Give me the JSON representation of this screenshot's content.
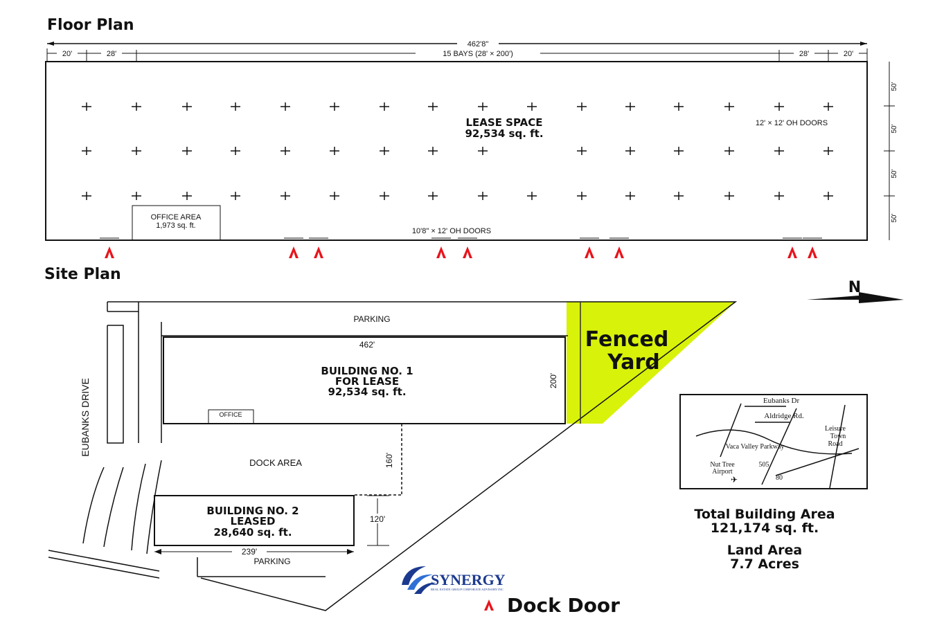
{
  "floor_plan": {
    "title": "Floor Plan",
    "overall_dim": "462'8\"",
    "bay_dims": [
      "20'",
      "28'",
      "28'",
      "20'"
    ],
    "bays_label": "15 BAYS (28' × 200')",
    "lease_space_label": "LEASE SPACE",
    "lease_space_area": "92,534 sq. ft.",
    "north_doors": "12' × 12' OH DOORS",
    "office_label": "OFFICE AREA",
    "office_area": "1,973 sq. ft.",
    "south_doors": "10'8\" × 12' OH DOORS",
    "side_dims": [
      "50'",
      "50'",
      "50'",
      "50'"
    ]
  },
  "site_plan": {
    "title": "Site Plan",
    "north_label": "N",
    "parking_top": "PARKING",
    "building1_width": "462'",
    "building1_depth": "200'",
    "building1_title": "BUILDING NO. 1",
    "building1_status": "FOR LEASE",
    "building1_area": "92,534 sq. ft.",
    "office_label": "OFFICE",
    "fenced_yard_line1": "Fenced",
    "fenced_yard_line2": "Yard",
    "street": "EUBANKS DRIVE",
    "dock_area": "DOCK AREA",
    "dock_depth": "160'",
    "building2_title": "BUILDING NO. 2",
    "building2_status": "LEASED",
    "building2_area": "28,640 sq. ft.",
    "building2_depth": "120'",
    "building2_width": "239'",
    "parking_bottom": "PARKING",
    "yard_color": "#d8f20a",
    "dock_door_color": "#e8141c"
  },
  "vicinity_map": {
    "labels": [
      "Eubanks Dr",
      "Aldridge Rd.",
      "Leisure",
      "Town",
      "Road",
      "Vaca Valley Parkway",
      "Nut Tree",
      "Airport",
      "505",
      "80"
    ]
  },
  "summary": {
    "total_label": "Total Building Area",
    "total_value": "121,174 sq. ft.",
    "land_label": "Land Area",
    "land_value": "7.7 Acres"
  },
  "logo": {
    "name": "SYNERGY",
    "tagline": "REAL ESTATE GROUP CORPORATE ADVISORY INC"
  },
  "legend": {
    "dock_door": "Dock Door"
  }
}
